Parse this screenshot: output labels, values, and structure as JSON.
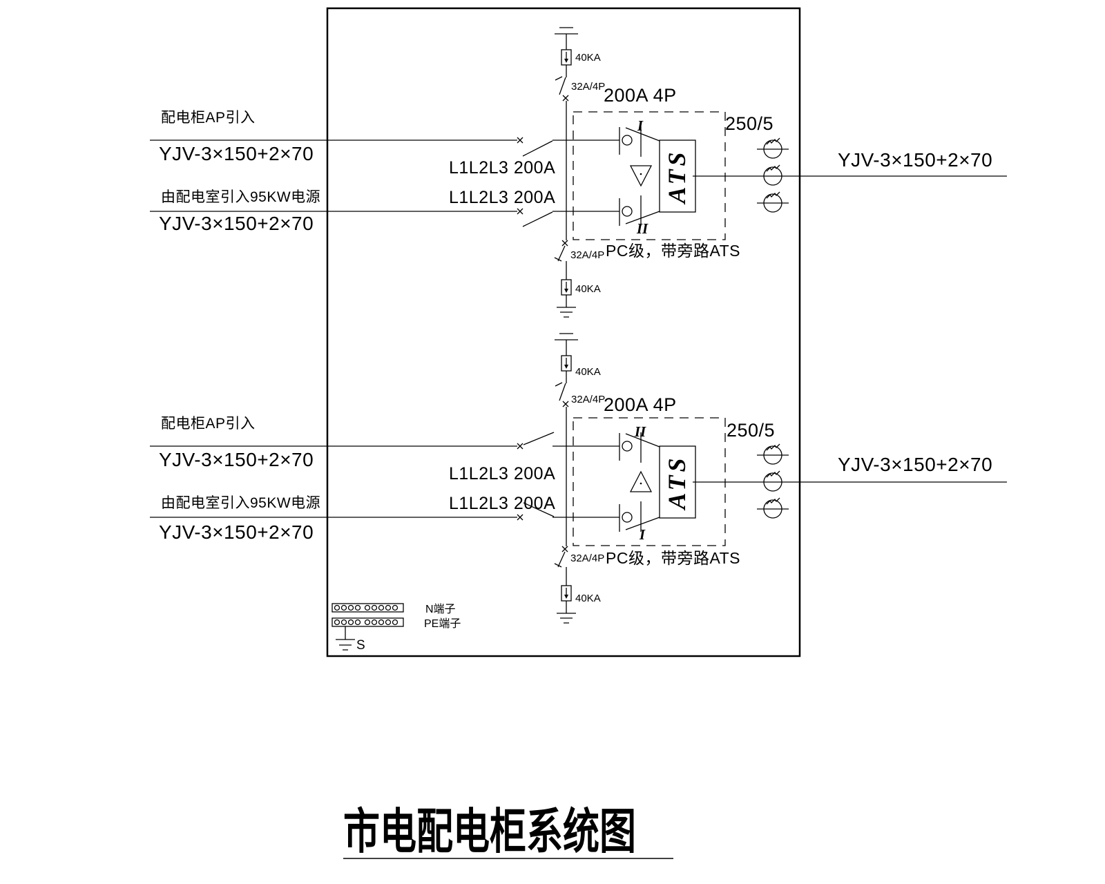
{
  "title": {
    "text": "市电配电柜系统图"
  },
  "units": [
    {
      "feeds": [
        {
          "label": "配电柜AP引入",
          "cable": "YJV-3×150+2×70",
          "breaker": "L1L2L3 200A"
        },
        {
          "label": "由配电室引入95KW电源",
          "cable": "YJV-3×150+2×70",
          "breaker": "L1L2L3 200A"
        }
      ],
      "surge_top": {
        "rating": "40KA",
        "switch": "32A/4P"
      },
      "surge_bottom": {
        "rating": "40KA",
        "switch": "32A/4P"
      },
      "ats": {
        "rating": "200A 4P",
        "label": "ATS",
        "note": "PC级，带旁路ATS",
        "position_top": "I",
        "position_bottom": "II"
      },
      "ct_ratio": "250/5",
      "output_cable": "YJV-3×150+2×70"
    },
    {
      "feeds": [
        {
          "label": "配电柜AP引入",
          "cable": "YJV-3×150+2×70",
          "breaker": "L1L2L3 200A"
        },
        {
          "label": "由配电室引入95KW电源",
          "cable": "YJV-3×150+2×70",
          "breaker": "L1L2L3 200A"
        }
      ],
      "surge_top": {
        "rating": "40KA",
        "switch": "32A/4P"
      },
      "surge_bottom": {
        "rating": "40KA",
        "switch": "32A/4P"
      },
      "ats": {
        "rating": "200A 4P",
        "label": "ATS",
        "note": "PC级，带旁路ATS",
        "position_top": "II",
        "position_bottom": "I"
      },
      "ct_ratio": "250/5",
      "output_cable": "YJV-3×150+2×70"
    }
  ],
  "terminals": {
    "n_label": "N端子",
    "pe_label": "PE端子",
    "ground_label": "S"
  }
}
